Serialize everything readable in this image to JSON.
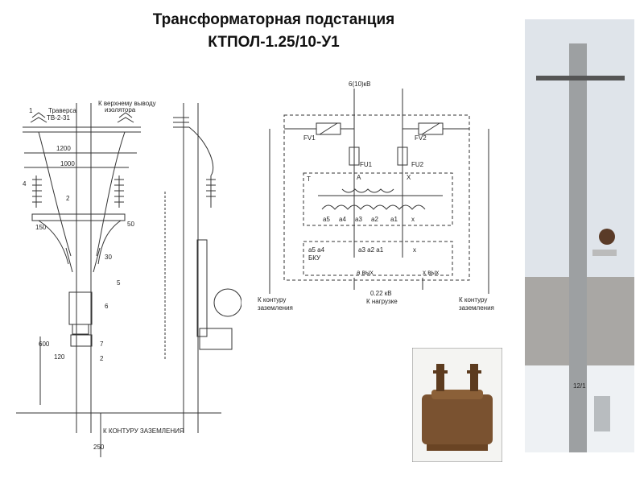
{
  "title": {
    "line1": "Трансформаторная подстанция",
    "line2": "КТПОЛ-1.25/10-У1"
  },
  "mount_drawing": {
    "traverse": "Траверса",
    "traverse_code": "ТВ-2-31",
    "top_lead": "К верхнему выводу",
    "top_lead_2": "изолятора",
    "dim_1200": "1200",
    "dim_1000": "1000",
    "dim_150": "150",
    "dim_50": "50",
    "dim_30": "30",
    "dim_600": "600",
    "dim_120": "120",
    "dim_250": "250",
    "pos_1": "1",
    "pos_2": "2",
    "pos_4": "4",
    "pos_5": "5",
    "pos_6": "6",
    "pos_7": "7",
    "ground_label": "К КОНТУРУ ЗАЗЕМЛЕНИЯ"
  },
  "schematic": {
    "hv": "6(10)кВ",
    "fv1": "FV1",
    "fv2": "FV2",
    "fu1": "FU1",
    "fu2": "FU2",
    "t": "T",
    "a": "A",
    "x": "X",
    "taps": [
      "а5",
      "а4",
      "а3",
      "а2",
      "а1",
      "x"
    ],
    "bku_taps": [
      "а5 а4",
      "а3 а2 а1",
      "x"
    ],
    "bku": "БКУ",
    "a_out": "а вых",
    "x_out": "x вых",
    "lv": "0.22 кВ",
    "load": "К нагрузке",
    "ground_left_1": "К контуру",
    "ground_left_2": "заземления",
    "ground_right_1": "К контуру",
    "ground_right_2": "заземления"
  },
  "photo": {
    "pole_number": "12/1"
  }
}
